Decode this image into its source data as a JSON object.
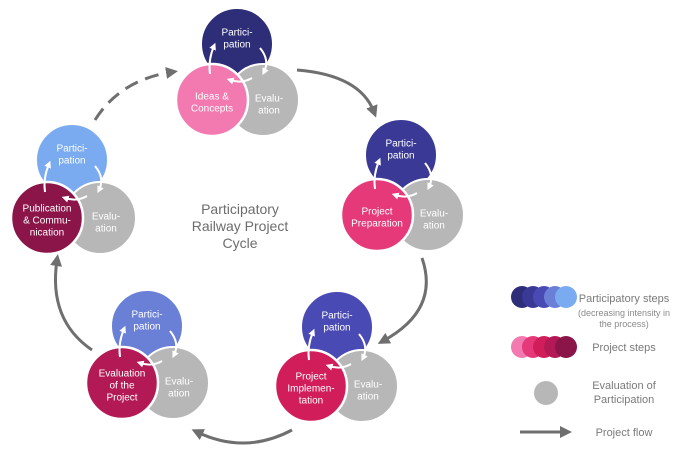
{
  "center": {
    "line1": "Participatory",
    "line2": "Railway Project",
    "line3": "Cycle"
  },
  "stages": [
    {
      "participation": [
        "Partici-",
        "pation"
      ],
      "step": [
        "Ideas &",
        "Concepts"
      ],
      "evaluation": [
        "Evalu-",
        "ation"
      ]
    },
    {
      "participation": [
        "Partici-",
        "pation"
      ],
      "step": [
        "Project",
        "Preparation"
      ],
      "evaluation": [
        "Evalu-",
        "ation"
      ]
    },
    {
      "participation": [
        "Partici-",
        "pation"
      ],
      "step": [
        "Project",
        "Implemen-",
        "tation"
      ],
      "evaluation": [
        "Evalu-",
        "ation"
      ]
    },
    {
      "participation": [
        "Partici-",
        "pation"
      ],
      "step": [
        "Evaluation",
        "of the",
        "Project"
      ],
      "evaluation": [
        "Evalu-",
        "ation"
      ]
    },
    {
      "participation": [
        "Partici-",
        "pation"
      ],
      "step": [
        "Publication",
        "& Commu-",
        "nication"
      ],
      "evaluation": [
        "Evalu-",
        "ation"
      ]
    }
  ],
  "legend": {
    "participatory": {
      "label": "Participatory steps",
      "sub1": "(decreasing intensity in",
      "sub2": "the process)"
    },
    "project": {
      "label": "Project steps"
    },
    "evaluation": {
      "label1": "Evaluation of",
      "label2": "Participation"
    },
    "flow": {
      "label": "Project flow"
    }
  },
  "colors": {
    "participation": [
      "#2d2d78",
      "#3a3a96",
      "#4a4ab4",
      "#6a7fd6",
      "#7aaaf0"
    ],
    "step": [
      "#f27ab0",
      "#e5397a",
      "#d11e5a",
      "#b31a55",
      "#8b1448"
    ],
    "evaluation": "#b7b7b7",
    "arrow": "#6f6f6f"
  }
}
